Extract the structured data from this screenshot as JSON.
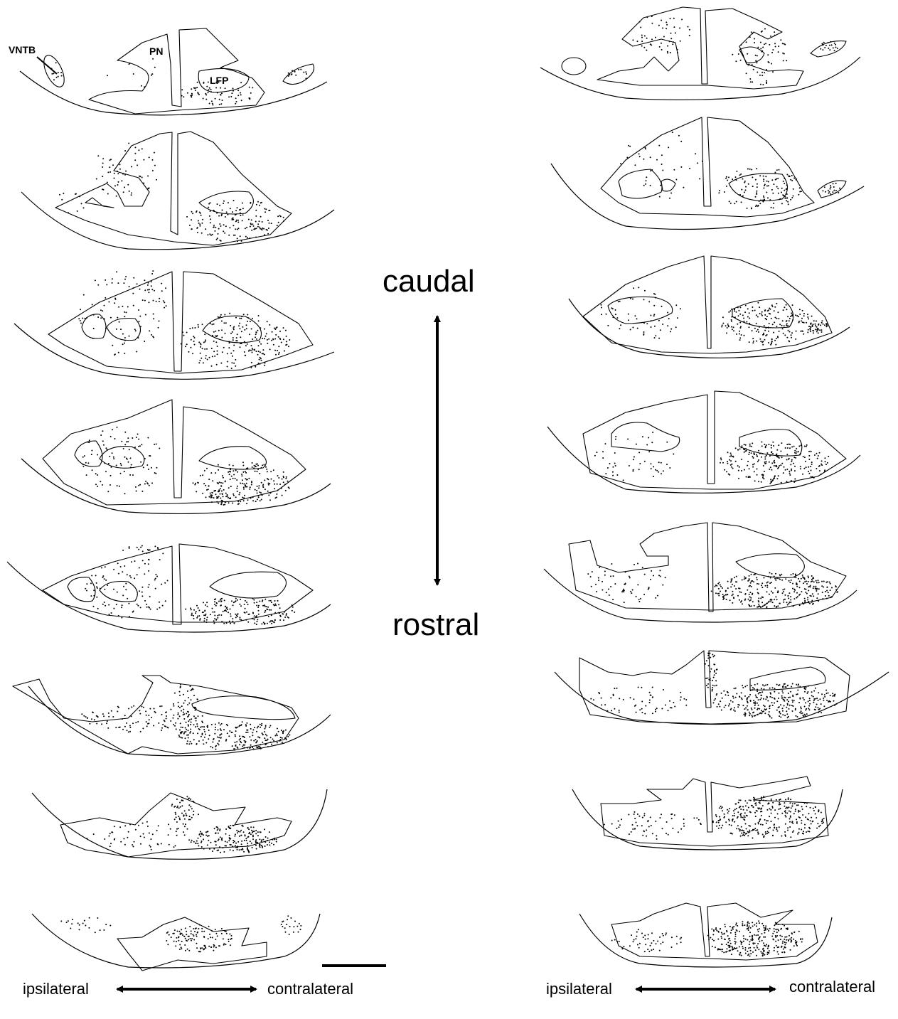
{
  "labels": {
    "vntb": "VNTB",
    "pn": "PN",
    "lfp": "LFP",
    "caudal": "caudal",
    "rostral": "rostral",
    "ipsilateral": "ipsilateral",
    "contralateral": "contralateral"
  },
  "columns": [
    {
      "id": "left",
      "section_count": 8
    },
    {
      "id": "right",
      "section_count": 8
    }
  ]
}
